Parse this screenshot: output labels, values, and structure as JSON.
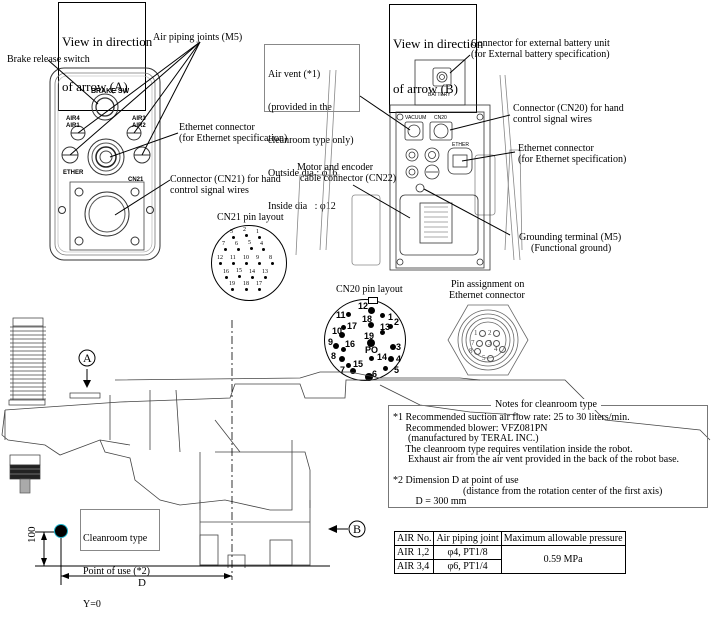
{
  "view_a": {
    "title_line1": "View in direction",
    "title_line2": "of arrow (A)",
    "labels": {
      "brake_release_switch": "Brake release switch",
      "air_piping_joints": "Air piping joints (M5)",
      "ethernet_connector_line1": "Ethernet connector",
      "ethernet_connector_line2": "(for Ethernet specification)",
      "cn21_line1": "Connector (CN21) for hand",
      "cn21_line2": "control signal wires"
    },
    "panel_marks": {
      "brake_sw": "BRAKE  SW",
      "air4": "AIR4",
      "air1": "AIR1",
      "air3": "AIR3",
      "air2": "AIR2",
      "ether": "ETHER",
      "cn21": "CN21"
    }
  },
  "cn21_layout": {
    "title": "CN21 pin layout",
    "pins": [
      "3",
      "2",
      "1",
      "7",
      "6",
      "5",
      "4",
      "12",
      "11",
      "10",
      "9",
      "8",
      "16",
      "15",
      "14",
      "13",
      "19",
      "18",
      "17"
    ]
  },
  "view_b": {
    "title_line1": "View in direction",
    "title_line2": "of arrow (B)",
    "air_vent_box": {
      "line1": "Air vent (*1)",
      "line2": "(provided in the",
      "line3": "cleanroom type only)",
      "line4": "Outside dia : φ16",
      "line5": "Inside dia   : φ12"
    },
    "labels": {
      "battery_line1": "Connector for external battery unit",
      "battery_line2": "(for External battery specification)",
      "cn20_line1": "Connector (CN20) for hand",
      "cn20_line2": "control signal wires",
      "ethernet_line1": "Ethernet connector",
      "ethernet_line2": "(for Ethernet specification)",
      "motor_line1": "Motor and encoder",
      "motor_line2": "cable connector (CN22)",
      "ground_line1": "Grounding terminal (M5)",
      "ground_line2": "(Functional ground)"
    },
    "panel_marks": {
      "battery": "BATTERY",
      "vacuum": "VACUUM",
      "cn20": "CN20",
      "ether": "ETHER"
    }
  },
  "cn20_layout": {
    "title": "CN20 pin layout",
    "pins": [
      "12",
      "11",
      "18",
      "1",
      "2",
      "17",
      "13",
      "10",
      "19",
      "9",
      "16",
      "3",
      "PO",
      "8",
      "14",
      "4",
      "15",
      "7",
      "5",
      "6"
    ]
  },
  "ethernet_layout": {
    "title_line1": "Pin assignment on",
    "title_line2": "Ethernet connector",
    "pins": [
      "1",
      "2",
      "7",
      "3",
      "8",
      "4",
      "5"
    ]
  },
  "side_view": {
    "arrow_a": "A",
    "arrow_b": "B",
    "point_box_line1": "Cleanroom type",
    "point_box_line2": "Point of use (*2)",
    "point_box_line3": "Y=0",
    "dim_height": "100",
    "dim_d": "D",
    "point_color": "#1ab0c8"
  },
  "notes": {
    "title": "Notes for cleanroom type",
    "lines": [
      "*1 Recommended suction air flow rate: 25 to 30 liters/min.",
      "     Recommended blower: VFZ081PN",
      "      (manufactured by TERAL INC.)",
      "     The cleanroom type requires ventilation inside the robot.",
      "      Exhaust air from the air vent provided in the back of the robot base.",
      "",
      "*2 Dimension D at point of use",
      "                            (distance from the rotation center of the first axis)",
      "         D = 300 mm"
    ]
  },
  "air_table": {
    "headers": [
      "AIR No.",
      "Air piping joint",
      "Maximum allowable pressure"
    ],
    "rows": [
      [
        "AIR 1,2",
        "φ4, PT1/8"
      ],
      [
        "AIR 3,4",
        "φ6, PT1/4"
      ]
    ],
    "pressure": "0.59 MPa"
  }
}
